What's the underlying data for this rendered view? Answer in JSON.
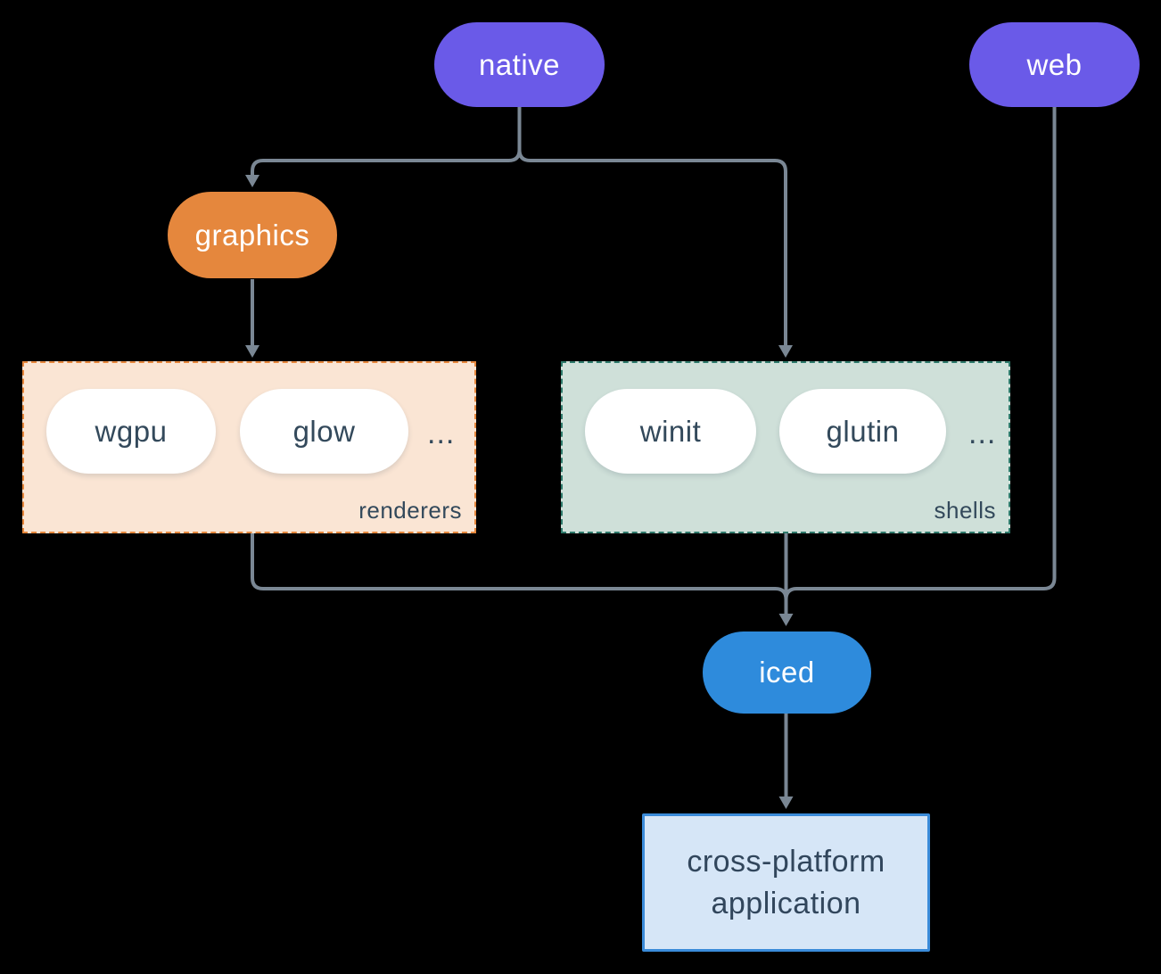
{
  "diagram": {
    "background": "#000000",
    "connector_color": "#7A8794",
    "text_dark": "#33495B",
    "nodes": {
      "native": {
        "label": "native",
        "color": "#6A5AE8"
      },
      "web": {
        "label": "web",
        "color": "#6A5AE8"
      },
      "graphics": {
        "label": "graphics",
        "color": "#E5873D"
      },
      "iced": {
        "label": "iced",
        "color": "#2E8BDC"
      },
      "application": {
        "lines": [
          "cross-platform",
          "application"
        ],
        "fill": "#D6E6F7",
        "border": "#3A8BD9",
        "text_color": "#31465C"
      }
    },
    "groups": {
      "renderers": {
        "label": "renderers",
        "fill": "#FAE5D4",
        "border": "#E6873C",
        "items": [
          "wgpu",
          "glow"
        ],
        "ellipsis": "..."
      },
      "shells": {
        "label": "shells",
        "fill": "#CFE0D9",
        "border": "#2E7A6B",
        "items": [
          "winit",
          "glutin"
        ],
        "ellipsis": "..."
      }
    }
  }
}
